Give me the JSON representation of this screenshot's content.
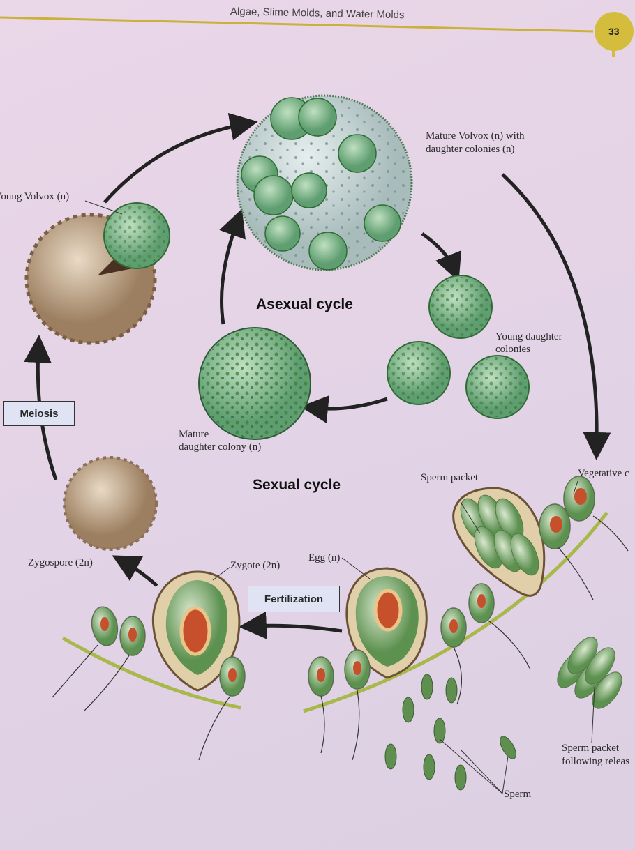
{
  "header": {
    "chapter_title": "Algae, Slime Molds, and Water Molds",
    "page_number": "33"
  },
  "titles": {
    "asexual": "Asexual cycle",
    "sexual": "Sexual cycle"
  },
  "steps": {
    "meiosis": "Meiosis",
    "fertilization": "Fertilization"
  },
  "labels": {
    "young_volvox": "Young Volvox (n)",
    "mature_volvox_1": "Mature Volvox (n) with",
    "mature_volvox_2": "daughter colonies (n)",
    "young_daughter_1": "Young daughter",
    "young_daughter_2": "colonies",
    "mature_daughter_1": "Mature",
    "mature_daughter_2": "daughter colony (n)",
    "sperm_packet": "Sperm packet",
    "vegetative": "Vegetative c",
    "egg": "Egg (n)",
    "zygote": "Zygote (2n)",
    "zygospore": "Zygospore (2n)",
    "sperm_packet_release_1": "Sperm packet",
    "sperm_packet_release_2": "following releas",
    "sperm": "Sperm"
  },
  "colors": {
    "accent_line": "#c9b13a",
    "colony_green": "#4f9a4a",
    "zygospore_brown": "#b49a7c",
    "stalk_green": "#a8b84a"
  }
}
